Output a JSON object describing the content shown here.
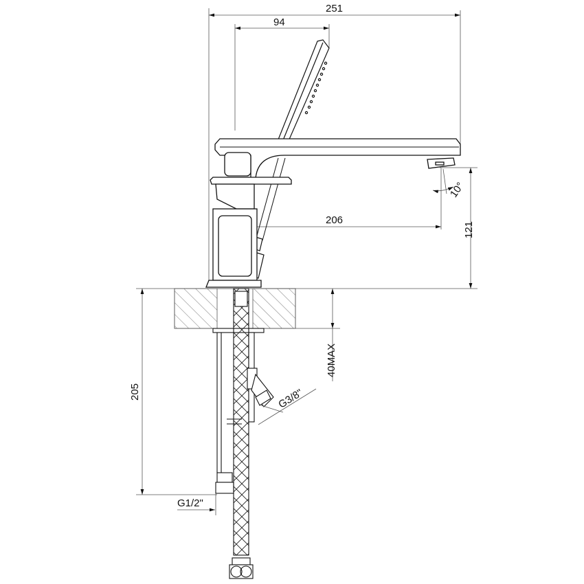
{
  "drawing": {
    "subject": "Bath/basin mixer with handshower, side elevation",
    "dimensions": {
      "overall_width": "251",
      "handshower_offset": "94",
      "spout_reach": "206",
      "spout_height": "121",
      "spout_angle": "10°",
      "below_deck_length": "205",
      "deck_thickness": "40MAX",
      "handshower_connection": "G3/8\"",
      "supply_connection": "G1/2\""
    },
    "colors": {
      "line": "#111111",
      "dimension_line": "#555555",
      "background": "#ffffff"
    }
  }
}
